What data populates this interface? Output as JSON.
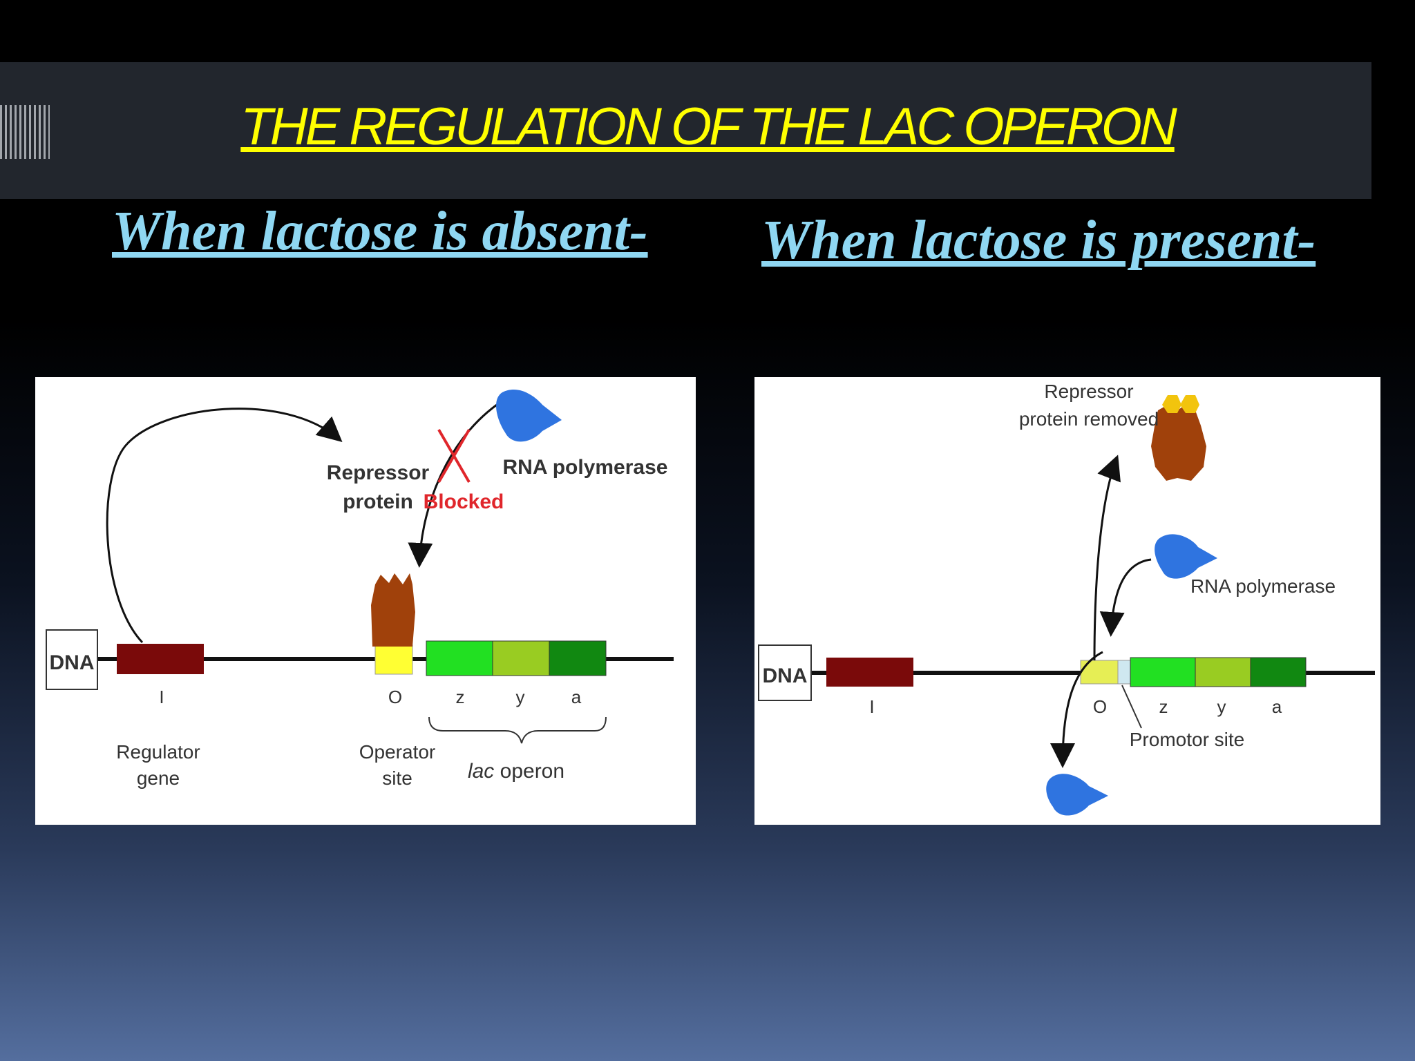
{
  "slide": {
    "title": "THE REGULATION OF THE LAC OPERON",
    "left_heading": "When lactose is absent-",
    "right_heading": "When lactose is present-"
  },
  "left_diagram": {
    "dna_label": "DNA",
    "repressor_label_1": "Repressor",
    "repressor_label_2": "protein",
    "blocked_label": "Blocked",
    "rna_polymerase_label": "RNA polymerase",
    "gene_i_label": "I",
    "operator_o_label": "O",
    "gene_z_label": "z",
    "gene_y_label": "y",
    "gene_a_label": "a",
    "regulator_label_1": "Regulator",
    "regulator_label_2": "gene",
    "operator_label_1": "Operator",
    "operator_label_2": "site",
    "lac_operon_label_italic": "lac",
    "lac_operon_label": "operon"
  },
  "right_diagram": {
    "dna_label": "DNA",
    "repressor_removed_label_1": "Repressor",
    "repressor_removed_label_2": "protein removed",
    "rna_polymerase_label": "RNA polymerase",
    "gene_i_label": "I",
    "operator_o_label": "O",
    "gene_z_label": "z",
    "gene_y_label": "y",
    "gene_a_label": "a",
    "promotor_label": "Promotor site"
  },
  "colors": {
    "title": "#ffff00",
    "heading": "#8fd7f2",
    "regulator_gene": "#7a0a0a",
    "operator": "#ffff33",
    "gene_z": "#22e022",
    "gene_y": "#99cc22",
    "gene_a": "#118811",
    "repressor": "#a0410b",
    "rna_polymerase": "#2f74e0",
    "blocked": "#e0262b"
  }
}
